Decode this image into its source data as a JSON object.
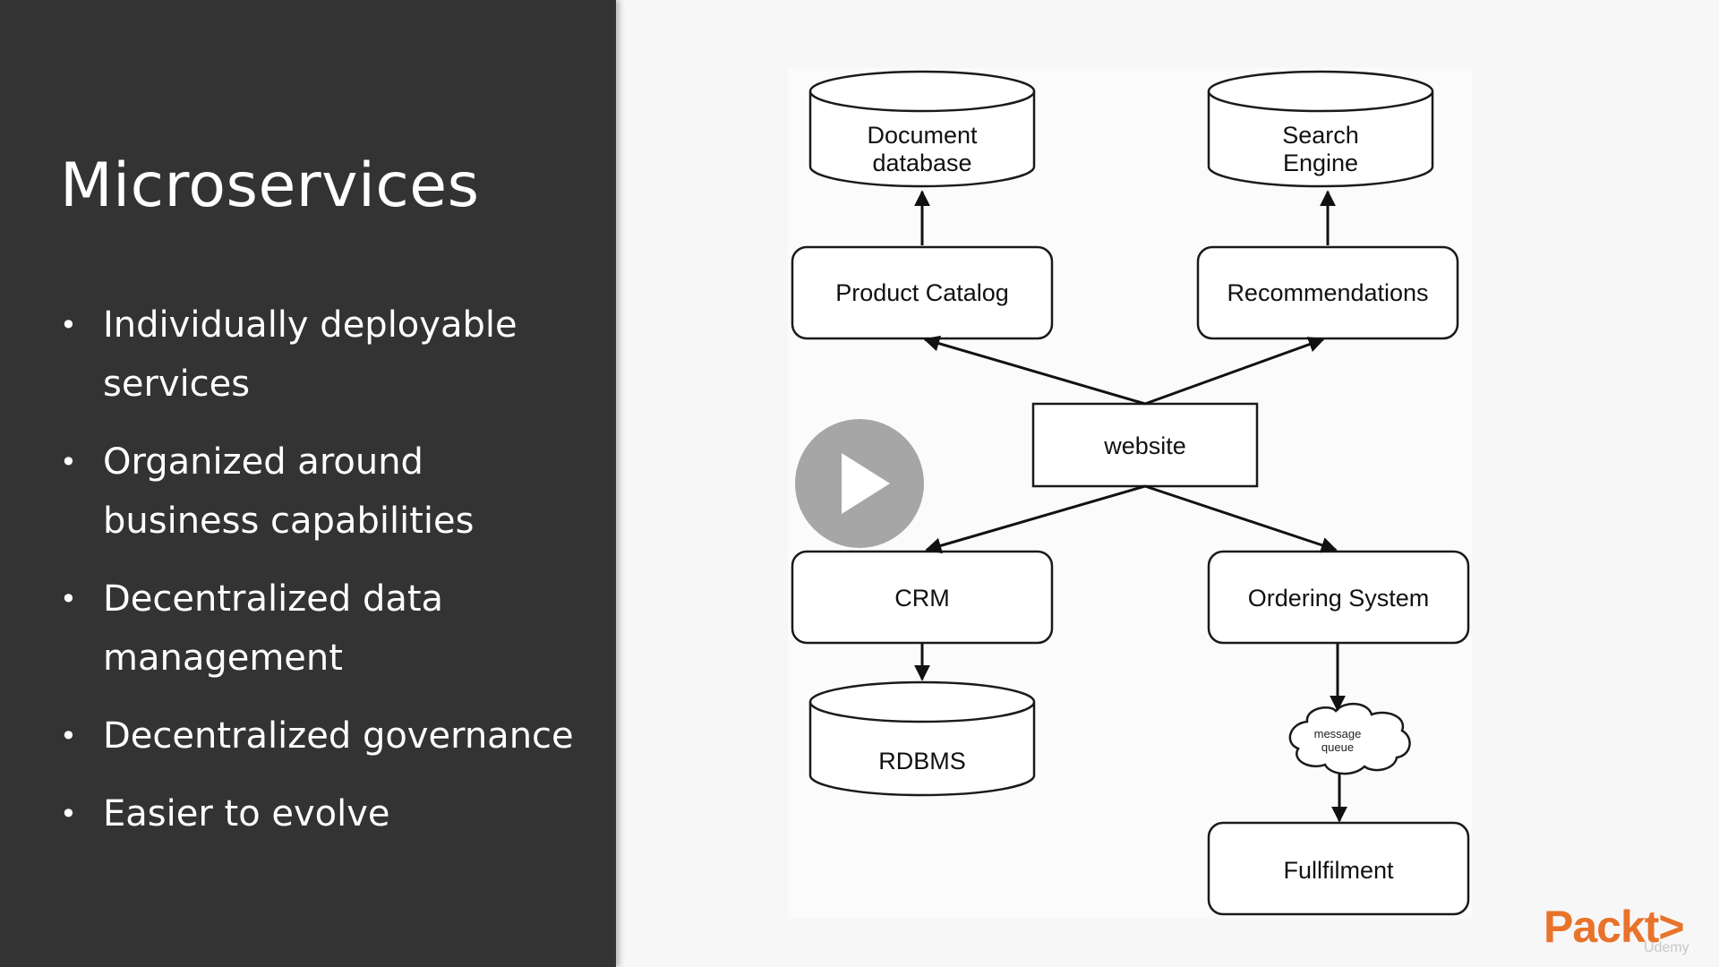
{
  "slide": {
    "title": "Microservices",
    "bullets": [
      "Individually deployable services",
      "Organized around business capabilities",
      "Decentralized data management",
      "Decentralized governance",
      "Easier to evolve"
    ]
  },
  "diagram": {
    "nodes": {
      "document_db": [
        "Document",
        "database"
      ],
      "search_engine": [
        "Search",
        "Engine"
      ],
      "product_catalog": "Product Catalog",
      "recommendations": "Recommendations",
      "website": "website",
      "crm": "CRM",
      "ordering_system": "Ordering System",
      "rdbms": "RDBMS",
      "message_queue": [
        "message",
        "queue"
      ],
      "fulfilment": "Fullfilment"
    }
  },
  "player": {
    "play_icon": "play-icon"
  },
  "brand": {
    "logo": "Packt>",
    "sub": "Udemy",
    "logo_color": "#e8732a"
  }
}
